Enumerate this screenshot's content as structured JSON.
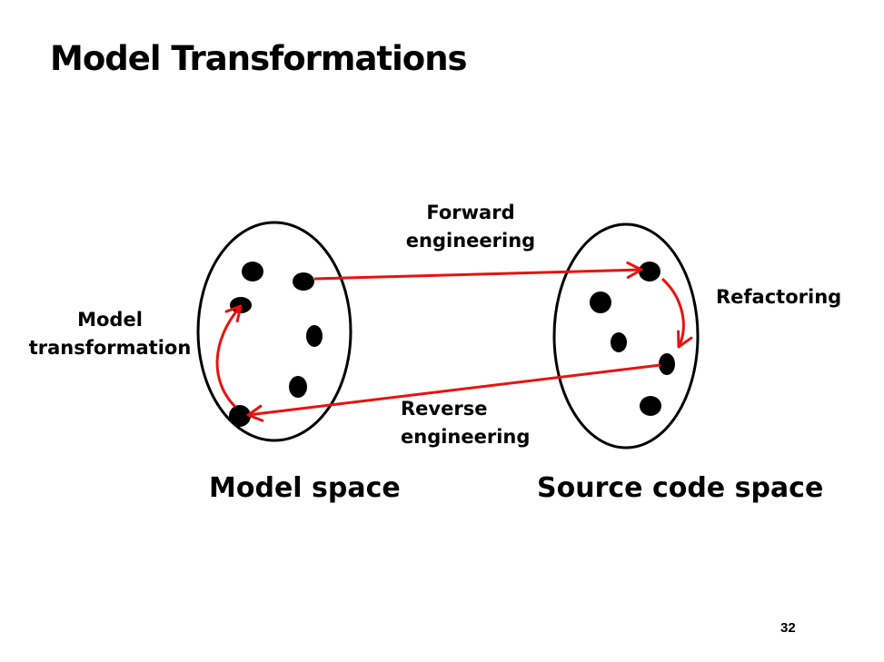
{
  "title": "Model Transformations",
  "labels": {
    "forward": [
      "Forward",
      "engineering"
    ],
    "refactoring": "Refactoring",
    "model_transformation": [
      "Model",
      "transformation"
    ],
    "reverse": [
      "Reverse",
      "engineering"
    ]
  },
  "spaces": {
    "model": "Model space",
    "source": "Source code space"
  },
  "page_number": "32",
  "colors": {
    "arrow": "#e8120f",
    "ellipse": "#000000",
    "node": "#000000"
  }
}
